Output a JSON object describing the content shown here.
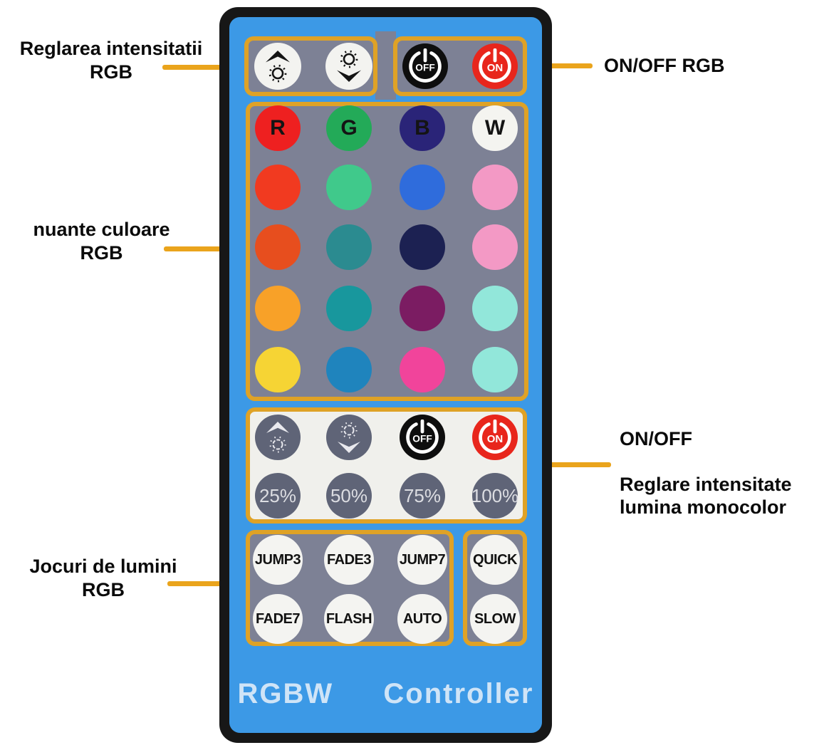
{
  "annotations": {
    "top_left": {
      "line1": "Reglarea intensitatii",
      "line2": "RGB"
    },
    "top_right": "ON/OFF RGB",
    "mid_left": {
      "line1": "nuante culoare",
      "line2": "RGB"
    },
    "right_onoff": "ON/OFF",
    "right_dimmer": {
      "line1": "Reglare intensitate",
      "line2": "lumina monocolor"
    },
    "bottom_left": {
      "line1": "Jocuri de lumini",
      "line2": "RGB"
    }
  },
  "remote": {
    "brand_title": "RGBW  Controller",
    "rgb_controls": {
      "brightness_up_icon": "brightness-up-icon",
      "brightness_down_icon": "brightness-down-icon",
      "off_label": "OFF",
      "on_label": "ON"
    },
    "color_grid": {
      "rows": [
        [
          {
            "color": "#ee2020",
            "label": "R"
          },
          {
            "color": "#23aa58",
            "label": "G"
          },
          {
            "color": "#2a2478",
            "label": "B"
          },
          {
            "color": "#f4f4f0",
            "label": "W"
          }
        ],
        [
          {
            "color": "#f13a20"
          },
          {
            "color": "#40c98b"
          },
          {
            "color": "#2f6cdc"
          },
          {
            "color": "#f399c5"
          }
        ],
        [
          {
            "color": "#e74e1e"
          },
          {
            "color": "#2b8b90"
          },
          {
            "color": "#1c2152"
          },
          {
            "color": "#f399c5"
          }
        ],
        [
          {
            "color": "#f8a128"
          },
          {
            "color": "#18979d"
          },
          {
            "color": "#7b1c62"
          },
          {
            "color": "#92e7da"
          }
        ],
        [
          {
            "color": "#f6d434"
          },
          {
            "color": "#1f84bd"
          },
          {
            "color": "#f1449b"
          },
          {
            "color": "#92e7da"
          }
        ]
      ]
    },
    "mono_controls": {
      "off_label": "OFF",
      "on_label": "ON",
      "percents": [
        "25%",
        "50%",
        "75%",
        "100%"
      ]
    },
    "modes": {
      "left": [
        "JUMP3",
        "FADE3",
        "JUMP7",
        "FADE7",
        "FLASH",
        "AUTO"
      ],
      "right": [
        "QUICK",
        "SLOW"
      ]
    },
    "colors": {
      "body_blue": "#3c99e6",
      "panel_gray": "#7d8195",
      "accent_orange": "#dfa226",
      "lead_orange": "#eaa41c",
      "on_red": "#e8261c",
      "mid_panel": "#f0f0ec"
    }
  }
}
